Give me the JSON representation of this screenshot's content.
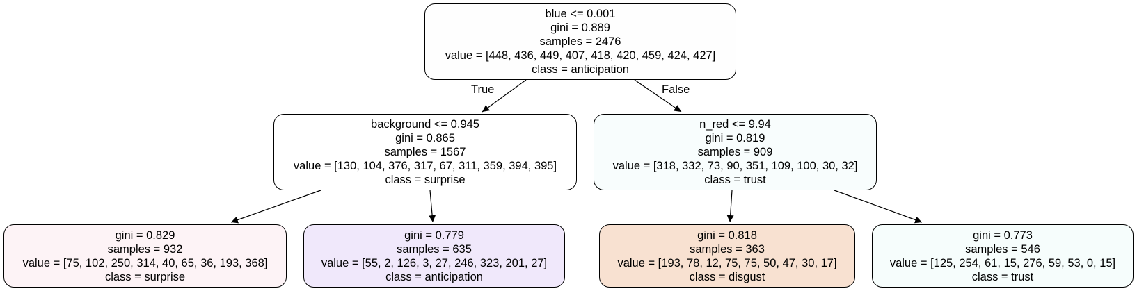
{
  "tree": {
    "root": {
      "split": "blue <= 0.001",
      "gini": "gini = 0.889",
      "samples": "samples = 2476",
      "value": "value = [448, 436, 449, 407, 418, 420, 459, 424, 427]",
      "class": "class = anticipation",
      "fill": "#fefefe"
    },
    "edge_labels": {
      "true": "True",
      "false": "False"
    },
    "left": {
      "split": "background <= 0.945",
      "gini": "gini = 0.865",
      "samples": "samples = 1567",
      "value": "value = [130, 104, 376, 317, 67, 311, 359, 394, 395]",
      "class": "class = surprise",
      "fill": "#ffffff"
    },
    "right": {
      "split": "n_red <= 9.94",
      "gini": "gini = 0.819",
      "samples": "samples = 909",
      "value": "value = [318, 332, 73, 90, 351, 109, 100, 30, 32]",
      "class": "class = trust",
      "fill": "#f8fdfd"
    },
    "left_left": {
      "gini": "gini = 0.829",
      "samples": "samples = 932",
      "value": "value = [75, 102, 250, 314, 40, 65, 36, 193, 368]",
      "class": "class = surprise",
      "fill": "#fdf3f6"
    },
    "left_right": {
      "gini": "gini = 0.779",
      "samples": "samples = 635",
      "value": "value = [55, 2, 126, 3, 27, 246, 323, 201, 27]",
      "class": "class = anticipation",
      "fill": "#f0e8fb"
    },
    "right_left": {
      "gini": "gini = 0.818",
      "samples": "samples = 363",
      "value": "value = [193, 78, 12, 75, 75, 50, 47, 30, 17]",
      "class": "class = disgust",
      "fill": "#f8e1d1"
    },
    "right_right": {
      "gini": "gini = 0.773",
      "samples": "samples = 546",
      "value": "value = [125, 254, 61, 15, 276, 59, 53, 0, 15]",
      "class": "class = trust",
      "fill": "#f6fdfc"
    }
  }
}
